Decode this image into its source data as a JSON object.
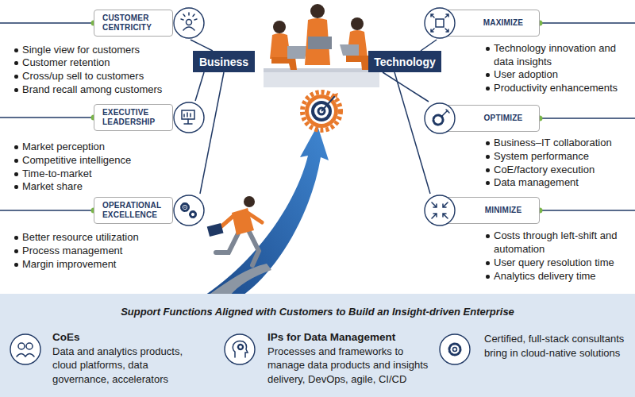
{
  "diagram": {
    "nodes": [
      {
        "text": [
          "CUSTOMER CENTRICITY"
        ]
      },
      {
        "text": [
          "EXECUTIVE LEADERSHIP"
        ]
      },
      {
        "text": [
          "OPERATIONAL EXCELLENCE"
        ]
      },
      {
        "text": [
          "Business"
        ]
      },
      {
        "text": [
          "Technology"
        ]
      },
      {
        "text": [
          "MAXIMIZE"
        ]
      },
      {
        "text": [
          "OPTIMIZE"
        ]
      },
      {
        "text": [
          "MINIMIZE"
        ]
      },
      {
        "text": [
          "Support Functions Aligned with Customers to Build an Insight-driven Enterprise"
        ]
      },
      {
        "text": [
          "CoEs",
          "Data and analytics products, cloud platforms, data governance, accelerators"
        ],
        "in": 8
      },
      {
        "text": [
          "IPs for Data Management",
          "Processes and frameworks to manage data products and insights delivery, DevOps, agile, CI/CD"
        ],
        "in": 8
      },
      {
        "text": [
          "Certified, full-stack consultants bring in cloud-native solutions"
        ],
        "in": 8
      }
    ],
    "edges": [
      {
        "from": 0,
        "to": 3,
        "arrow": "none"
      },
      {
        "from": 1,
        "to": 3,
        "arrow": "none"
      },
      {
        "from": 2,
        "to": 3,
        "arrow": "none"
      },
      {
        "from": 4,
        "to": 5,
        "arrow": "none"
      },
      {
        "from": 4,
        "to": 6,
        "arrow": "none"
      },
      {
        "from": 4,
        "to": 7,
        "arrow": "none"
      }
    ],
    "labels": [
      "Single view for customers",
      "Customer retention",
      "Cross/up sell to customers",
      "Brand recall among customers",
      "Market perception",
      "Competitive intelligence",
      "Time-to-market",
      "Market share",
      "Better resource utilization",
      "Process management",
      "Margin improvement",
      "Technology innovation and data insights",
      "User adoption",
      "Productivity enhancements",
      "Business–IT collaboration",
      "System performance",
      "CoE/factory execution",
      "Data management",
      "Costs through left-shift and automation",
      "User query resolution time",
      "Analytics delivery time"
    ]
  }
}
